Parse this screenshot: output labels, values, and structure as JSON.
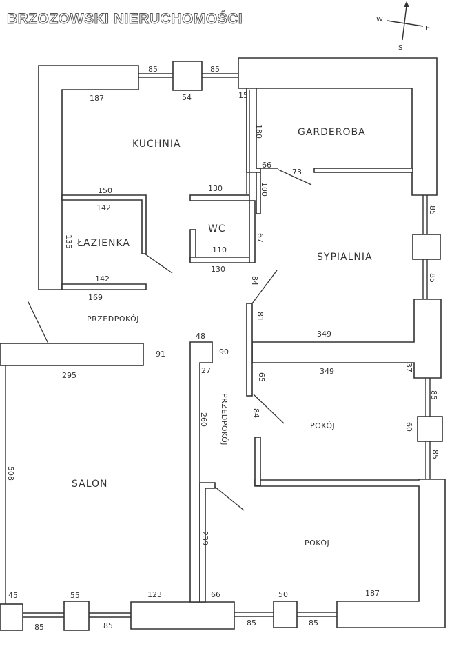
{
  "brand": {
    "title": "BRZOZOWSKI NIERUCHOMOŚCI"
  },
  "compass": {
    "w": "W",
    "e": "E",
    "s": "S"
  },
  "rooms": {
    "kuchnia": "KUCHNIA",
    "garderoba": "GARDEROBA",
    "wc": "WC",
    "lazienka": "ŁAZIENKA",
    "sypialnia": "SYPIALNIA",
    "przedpokoj": "PRZEDPOKÓJ",
    "przedpokoj2": "PRZEDPOKÓJ",
    "salon": "SALON",
    "pokoj1": "POKÓJ",
    "pokoj2": "POKÓJ"
  },
  "dims": {
    "top_85a": "85",
    "top_85b": "85",
    "d_54": "54",
    "d_187_top": "187",
    "d_15": "15",
    "d_180": "180",
    "d_66_g": "66",
    "d_73": "73",
    "d_130a": "130",
    "d_100": "100",
    "d_150": "150",
    "d_142a": "142",
    "d_135": "135",
    "d_142b": "142",
    "d_169": "169",
    "d_110": "110",
    "d_130b": "130",
    "d_67": "67",
    "r_85a": "85",
    "r_85b": "85",
    "d_84a": "84",
    "d_81": "81",
    "d_349a": "349",
    "d_349b": "349",
    "d_37": "37",
    "d_48": "48",
    "d_90": "90",
    "d_27": "27",
    "d_91": "91",
    "d_295": "295",
    "d_65": "65",
    "d_84b": "84",
    "r_85c": "85",
    "d_60": "60",
    "r_85d": "85",
    "d_260": "260",
    "d_508": "508",
    "d_239": "239",
    "d_45": "45",
    "d_55": "55",
    "d_123": "123",
    "d_66_b": "66",
    "d_50": "50",
    "d_187_bot": "187",
    "b_85a": "85",
    "b_85b": "85",
    "b_85c": "85",
    "b_85d": "85"
  }
}
